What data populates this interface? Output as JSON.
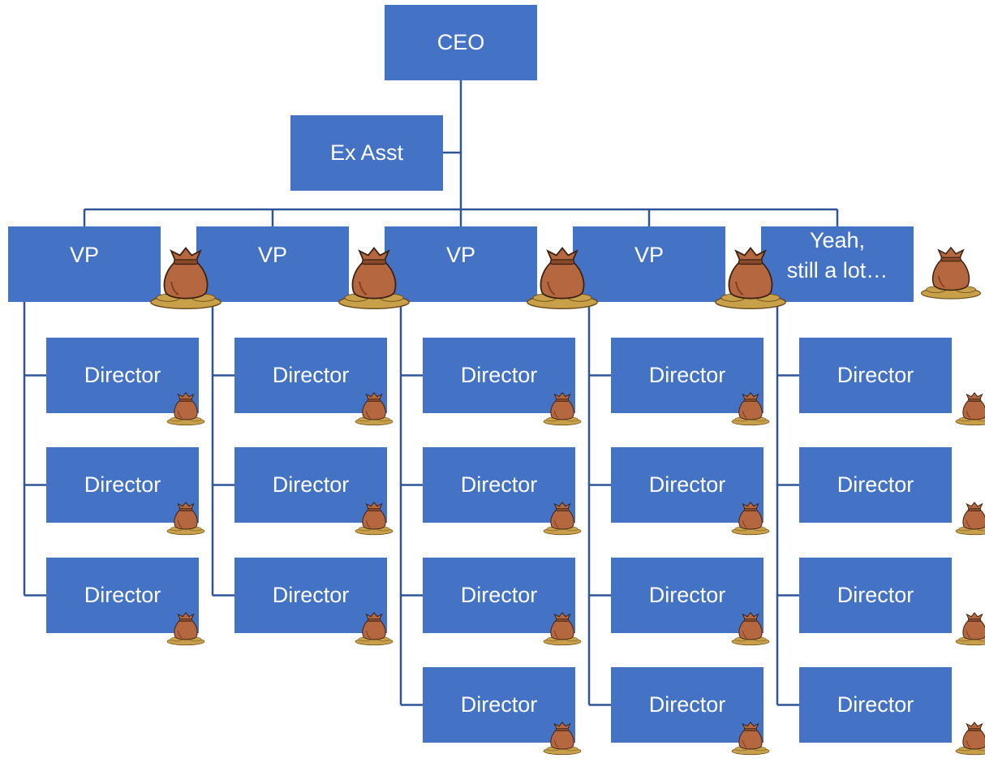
{
  "ceo": {
    "label": "CEO"
  },
  "assistant": {
    "label": "Ex Asst"
  },
  "vps": [
    {
      "label": "VP",
      "directors": [
        "Director",
        "Director",
        "Director"
      ]
    },
    {
      "label": "VP",
      "directors": [
        "Director",
        "Director",
        "Director"
      ]
    },
    {
      "label": "VP",
      "directors": [
        "Director",
        "Director",
        "Director",
        "Director"
      ]
    },
    {
      "label": "VP",
      "directors": [
        "Director",
        "Director",
        "Director",
        "Director"
      ]
    },
    {
      "label": "Yeah,\nstill a lot…",
      "directors": [
        "Director",
        "Director",
        "Director",
        "Director"
      ]
    }
  ],
  "colors": {
    "box_fill": "#4472c4",
    "connector": "#2f5597",
    "box_text": "#ffffff",
    "bag_fill": "#b5673f",
    "coins_fill": "#c8a04a"
  },
  "icons": {
    "money_bag": "money-bag-icon"
  }
}
